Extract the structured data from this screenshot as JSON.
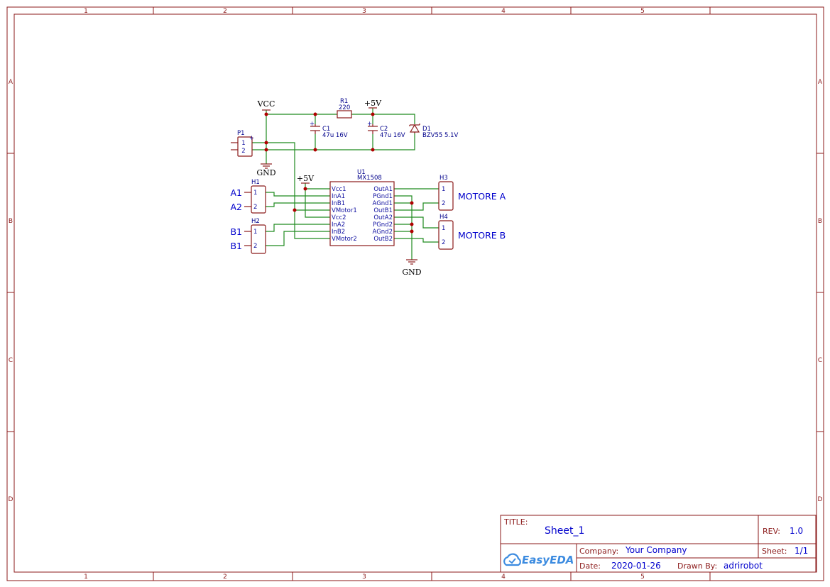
{
  "frame": {
    "columns": [
      "1",
      "2",
      "3",
      "4",
      "5"
    ],
    "rows": [
      "A",
      "B",
      "C",
      "D"
    ]
  },
  "power": {
    "vcc": "VCC",
    "plus5v_top": "+5V",
    "plus5v_u1": "+5V",
    "gnd_p1": "GND",
    "gnd_u1": "GND"
  },
  "components": {
    "p1": {
      "ref": "P1",
      "pins": [
        "1",
        "2"
      ]
    },
    "r1": {
      "ref": "R1",
      "value": "220"
    },
    "c1": {
      "ref": "C1",
      "value": "47u 16V"
    },
    "c2": {
      "ref": "C2",
      "value": "47u 16V"
    },
    "d1": {
      "ref": "D1",
      "value": "BZV55 5.1V"
    },
    "u1": {
      "ref": "U1",
      "value": "MX1508",
      "left_pins": [
        "Vcc1",
        "InA1",
        "InB1",
        "VMotor1",
        "Vcc2",
        "InA2",
        "InB2",
        "VMotor2"
      ],
      "right_pins": [
        "OutA1",
        "PGnd1",
        "AGnd1",
        "OutB1",
        "OutA2",
        "PGnd2",
        "AGnd2",
        "OutB2"
      ]
    },
    "h1": {
      "ref": "H1",
      "pins": [
        "1",
        "2"
      ]
    },
    "h2": {
      "ref": "H2",
      "pins": [
        "1",
        "2"
      ]
    },
    "h3": {
      "ref": "H3",
      "pins": [
        "1",
        "2"
      ]
    },
    "h4": {
      "ref": "H4",
      "pins": [
        "1",
        "2"
      ]
    }
  },
  "nets": {
    "h1_pin1": "A1",
    "h1_pin2": "A2",
    "h2_pin1": "B1",
    "h2_pin2": "B1",
    "h3": "MOTORE A",
    "h4": "MOTORE B"
  },
  "title_block": {
    "title_label": "TITLE:",
    "title": "Sheet_1",
    "rev_label": "REV:",
    "rev": "1.0",
    "company_label": "Company:",
    "company": "Your Company",
    "sheet_label": "Sheet:",
    "sheet": "1/1",
    "date_label": "Date:",
    "date": "2020-01-26",
    "drawn_by_label": "Drawn By:",
    "drawn_by": "adrirobot",
    "logo": "EasyEDA"
  },
  "colors": {
    "frame": "#8b1a1a",
    "wire": "#1f8a1f",
    "junction": "#b00000",
    "net_label": "#0000cc",
    "logo": "#3c8be0"
  }
}
